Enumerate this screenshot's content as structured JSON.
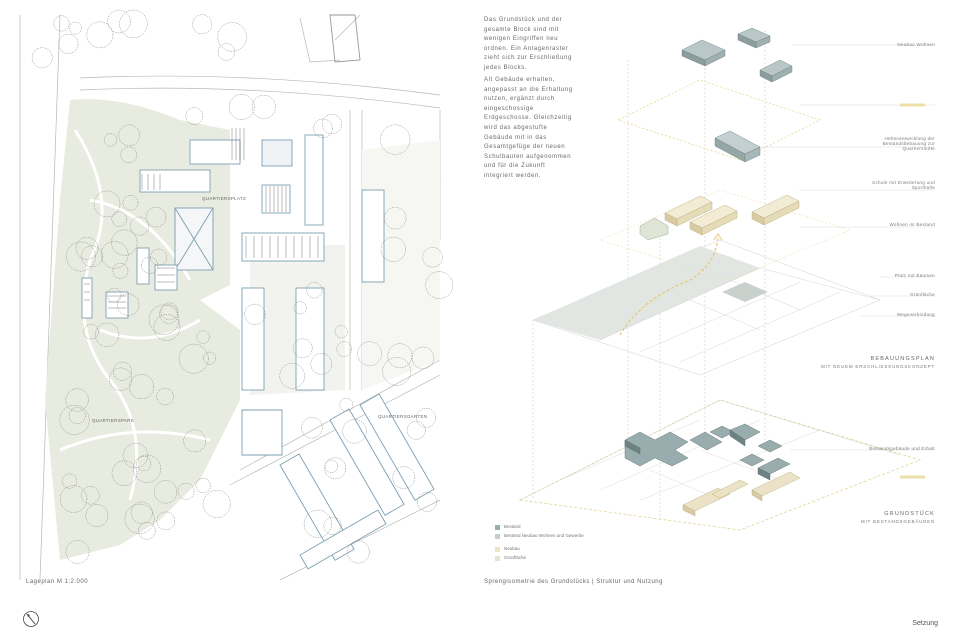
{
  "site_plan": {
    "caption": "Lageplan M 1:2.000",
    "labels": {
      "quartiersplatz": "QUARTIERSPLATZ",
      "quartierspark": "QUARTIERSPARK",
      "quartiersgarten": "QUARTIERSGARTEN"
    }
  },
  "axonometry": {
    "paragraph1": "Das Grundstück und der gesamte Block sind mit wenigen Eingriffen neu ordnen. Ein Anlagenraster zieht sich zur Erschließung jedes Blocks.",
    "paragraph2": "Alt Gebäude erhalten, angepasst an die Erhaltung nutzen, ergänzt durch eingeschossige Erdgeschosse. Gleichzeitig wird das abgestufte Gebäude mit in das Gesamtgefüge der neuen Schulbauten aufgenommen und für die Zukunft integriert werden.",
    "caption": "Sprengisometrie des Grundstücks | Struktur und Nutzung",
    "layer_labels": {
      "new_buildings": "Neubau Wohnen",
      "height_note": "Höhenentwicklung der Bestandsbebauung zur Quartiersmitte",
      "school_label": "Schule mit Erweiterung und Sporthalle",
      "housing_label": "Wohnen im Bestand",
      "plaza": "Platz mit Bäumen",
      "grass": "Grünfläche",
      "path": "Wegeverbindung",
      "development_title": "BEBAUUNGSPLAN",
      "development_sub": "MIT NEUEM ERSCHLIESSUNGSKONZEPT",
      "existing_note": "Bestandsgebäude und Erhalt",
      "site_title": "GRUNDSTÜCK",
      "site_sub": "MIT BESTANDSGEBÄUDEN"
    },
    "legend": [
      {
        "color": "#9aadae",
        "text": "Bestand"
      },
      {
        "color": "#c3cfd0",
        "text": "Bestand Neubau Wohnen und Gewerbe"
      },
      {
        "color": "#ece3c6",
        "text": "Neubau"
      },
      {
        "color": "#dfe5d5",
        "text": "Grünfläche"
      }
    ]
  },
  "footer": {
    "page_label": "Setzung",
    "north_symbol": "N"
  },
  "colors": {
    "green_area": "#e8ebdf",
    "existing_building": "#9aadae",
    "new_building": "#ece3c6",
    "accent_blue": "#7d9fb3"
  }
}
